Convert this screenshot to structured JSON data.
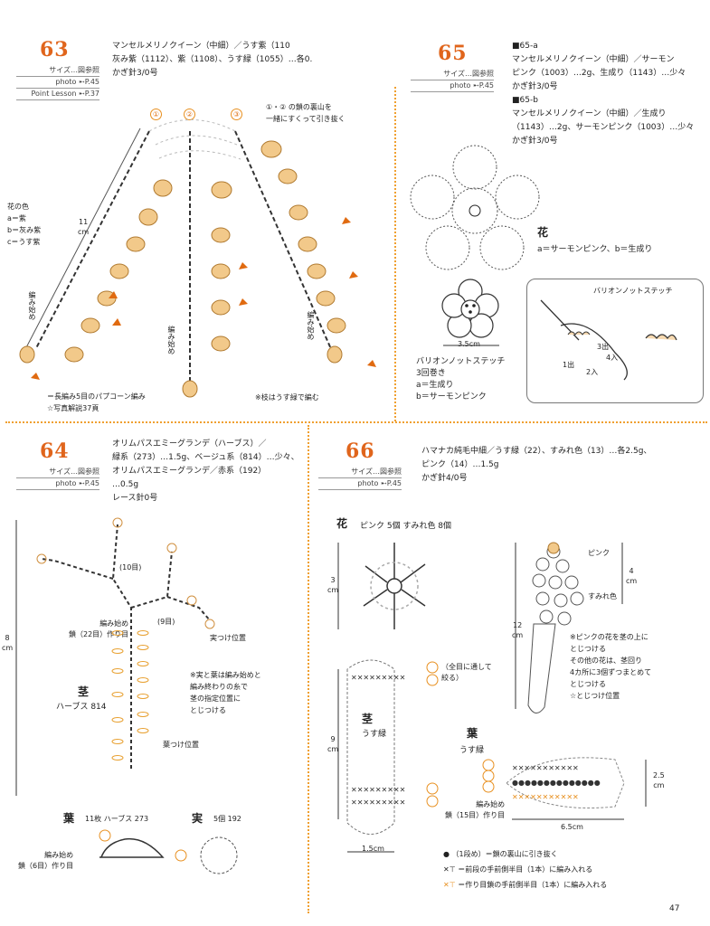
{
  "accent": "#e0651c",
  "divider": "#f0a030",
  "p63": {
    "num": "63",
    "size": "サイズ…図参照",
    "photo": "photo ➸P.45",
    "lesson": "Point Lesson ➸P.37",
    "mat1": "マンセルメリノクイーン（中細）／うす紫（110",
    "mat2": "灰み紫（1112）、紫（1108）、うす緑（1055）…各0.",
    "mat3": "かぎ針3/0号",
    "c1": "①",
    "c2": "②",
    "c3": "③",
    "note1": "①・② の鎖の裏山を",
    "note2": "一緒にすくって引き抜く",
    "legend_t": "花の色",
    "la": "a＝紫",
    "lb": "b＝灰み紫",
    "lc": "c＝うす紫",
    "len": "11",
    "cm": "cm",
    "start": "編み始め",
    "start2": "編み始め",
    "start3": "編み始め",
    "pop1": "＝長編み5目のパプコーン編み",
    "pop2": "☆写真解説37頁",
    "stem": "※枝はうす緑で編む"
  },
  "p65": {
    "num": "65",
    "size": "サイズ…図参照",
    "photo": "photo ➸P.45",
    "a_h": "■65-a",
    "a1": "マンセルメリノクイーン（中細）／サーモン",
    "a2": "ピンク（1003）…2g、生成り（1143）…少々",
    "a3": "かぎ針3/0号",
    "b_h": "■65-b",
    "b1": "マンセルメリノクイーン（中細）／生成り",
    "b2": "（1143）…2g、サーモンピンク（1003）…少々",
    "b3": "かぎ針3/0号",
    "flower": "花",
    "fl_ab": "a＝サーモンピンク、b＝生成り",
    "dim": "3.5cm",
    "bul1": "バリオンノットステッチ",
    "bul2": "3回巻き",
    "bul3": "a＝生成り",
    "bul4": "b＝サーモンピンク",
    "box_t": "バリオンノットステッチ",
    "box_1": "1出",
    "box_2": "2入",
    "box_3": "3出",
    "box_4": "4入"
  },
  "p64": {
    "num": "64",
    "size": "サイズ…図参照",
    "photo": "photo ➸P.45",
    "m1": "オリムパスエミーグランデ（ハーブス）／",
    "m2": "緑系（273）…1.5g、ベージュ系（814）…少々、",
    "m3": "オリムパスエミーグランデ／赤系（192）",
    "m4": "…0.5g",
    "m5": "レース針0号",
    "ch10": "(10目)",
    "ch9": "(9目)",
    "start": "編み始め",
    "startch": "鎖（22目）作り目",
    "mipos": "実つけ位置",
    "len": "8",
    "cm": "cm",
    "stem": "茎",
    "stem_c": "ハーブス 814",
    "note1": "※実と葉は編み始めと",
    "note2": "編み終わりの糸で",
    "note3": "茎の指定位置に",
    "note4": "とじつける",
    "leafpos": "葉つけ位置",
    "leaf": "葉",
    "leaf_c": "11枚 ハーブス 273",
    "fruit": "実",
    "fruit_c": "5個 192",
    "lstart": "編み始め",
    "lch": "鎖（6目）作り目"
  },
  "p66": {
    "num": "66",
    "size": "サイズ…図参照",
    "photo": "photo ➸P.45",
    "m1": "ハマナカ純毛中細／うす緑（22）、すみれ色（13）…各2.5g、",
    "m2": "ピンク（14）…1.5g",
    "m3": "かぎ針4/0号",
    "flower": "花",
    "fl_c": "ピンク 5個 すみれ色 8個",
    "d3": "3",
    "cm": "cm",
    "pink": "ピンク",
    "purple": "すみれ色",
    "d4": "4",
    "d12": "12",
    "note1": "※ピンクの花を茎の上に",
    "note2": "とじつける",
    "note3": "その他の花は、茎回り",
    "note4": "4カ所に3個ずつまとめて",
    "note5": "とじつける",
    "note6": "☆とじつけ位置",
    "stem_l": "茎",
    "stem_c": "うす緑",
    "all1": "（全目に通して",
    "all2": "絞る）",
    "d9": "9",
    "d15": "1.5cm",
    "leaf": "葉",
    "leaf_c": "うす緑",
    "d25": "2.5",
    "lstart": "編み始め",
    "lch": "鎖（15目）作り目",
    "d65": "6.5cm",
    "bud": "葉",
    "k1": "（1段め）＝鎖の裏山に引き抜く",
    "k2": "＝前段の手前側半目（1本）に編み入れる",
    "k3": "＝作り目鎖の手前側半目（1本）に編み入れる"
  },
  "page_no": "47"
}
